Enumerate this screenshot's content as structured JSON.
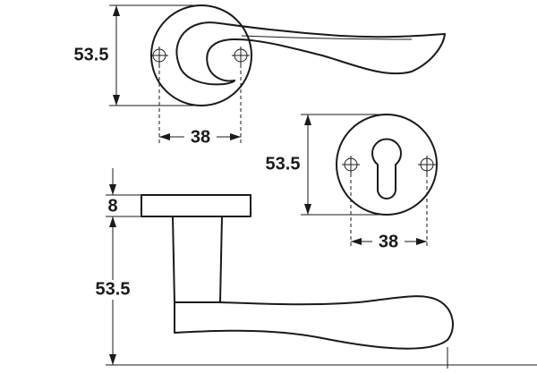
{
  "dimensions": {
    "top_rose_height": "53.5",
    "top_rose_width": "38",
    "escutcheon_height": "53.5",
    "escutcheon_width": "38",
    "rose_thickness": "8",
    "lever_height": "53.5"
  },
  "icons": {
    "screw_hole": "screw-crosshair-icon",
    "keyhole": "euro-profile-keyhole-icon"
  },
  "colors": {
    "line": "#1a1a1a",
    "background": "#ffffff"
  }
}
